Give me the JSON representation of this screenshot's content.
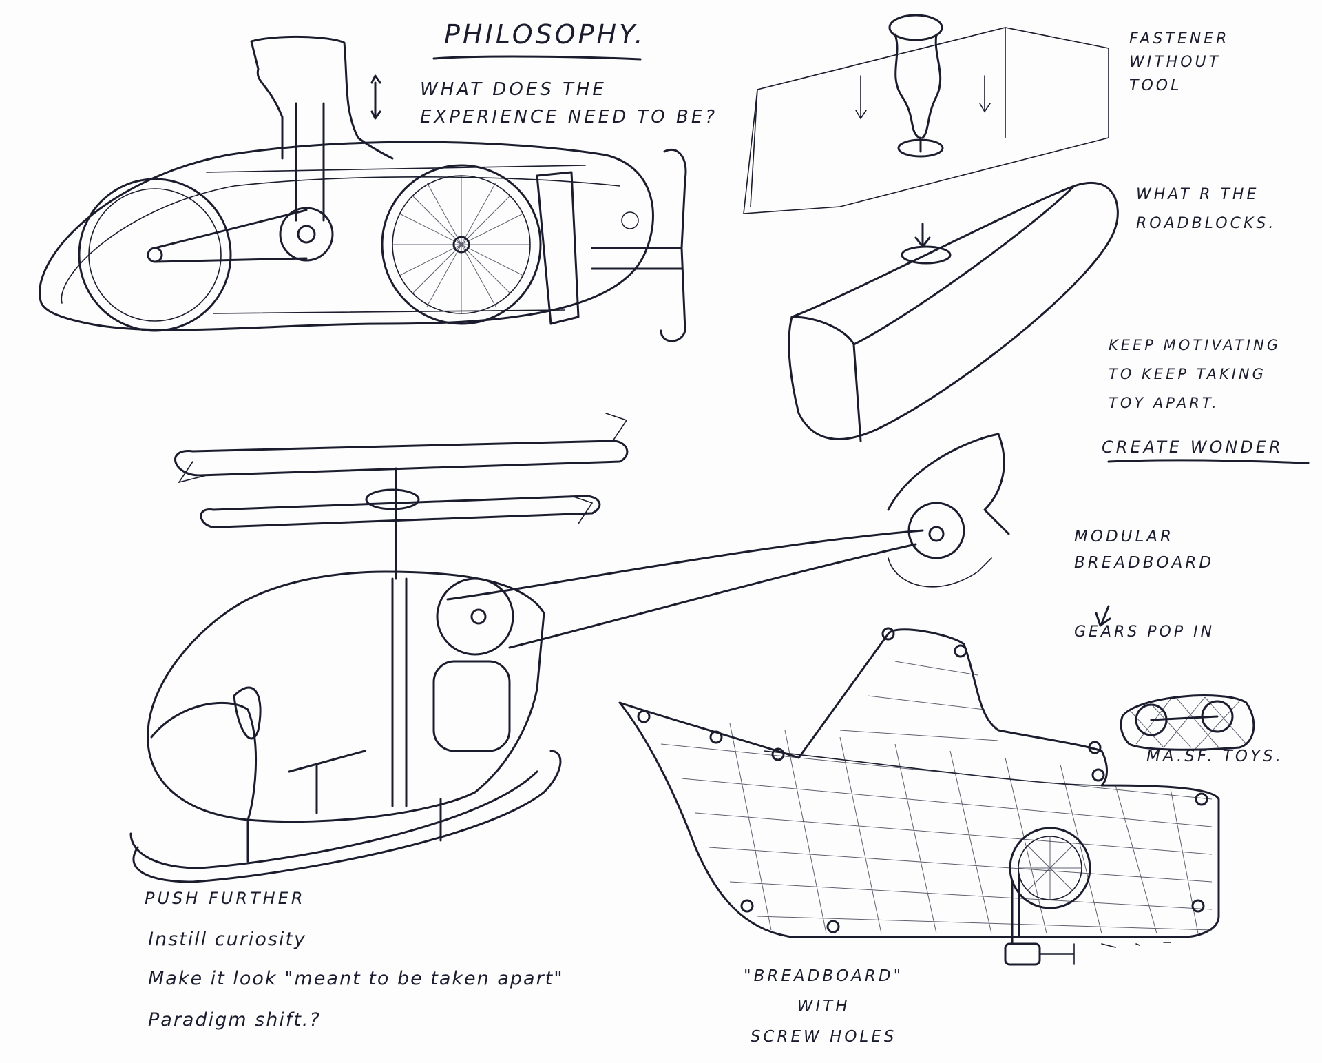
{
  "notes": {
    "philosophy": "PHILOSOPHY.",
    "experience": "WHAT DOES THE\nEXPERIENCE NEED TO BE?",
    "fastener": "FASTENER\nWITHOUT\nTOOL",
    "roadblocks": "WHAT R THE\nROADBLOCKS.",
    "motivating": "KEEP MOTIVATING\nTO KEEP TAKING\nTOY APART.",
    "wonder": "CREATE WONDER",
    "modular": "MODULAR\nBREADBOARD",
    "gears": "GEARS POP IN",
    "masf": "MA.SF. TOYS.",
    "push": "PUSH FURTHER",
    "curiosity": "Instill curiosity",
    "meant": "Make it look \"meant to be taken apart\"",
    "paradigm": "Paradigm shift.?",
    "breadboard": "\"BREADBOARD\"\nWITH\nSCREW HOLES"
  },
  "colors": {
    "ink": "#1b1d2e",
    "paper": "#fdfdfd"
  }
}
